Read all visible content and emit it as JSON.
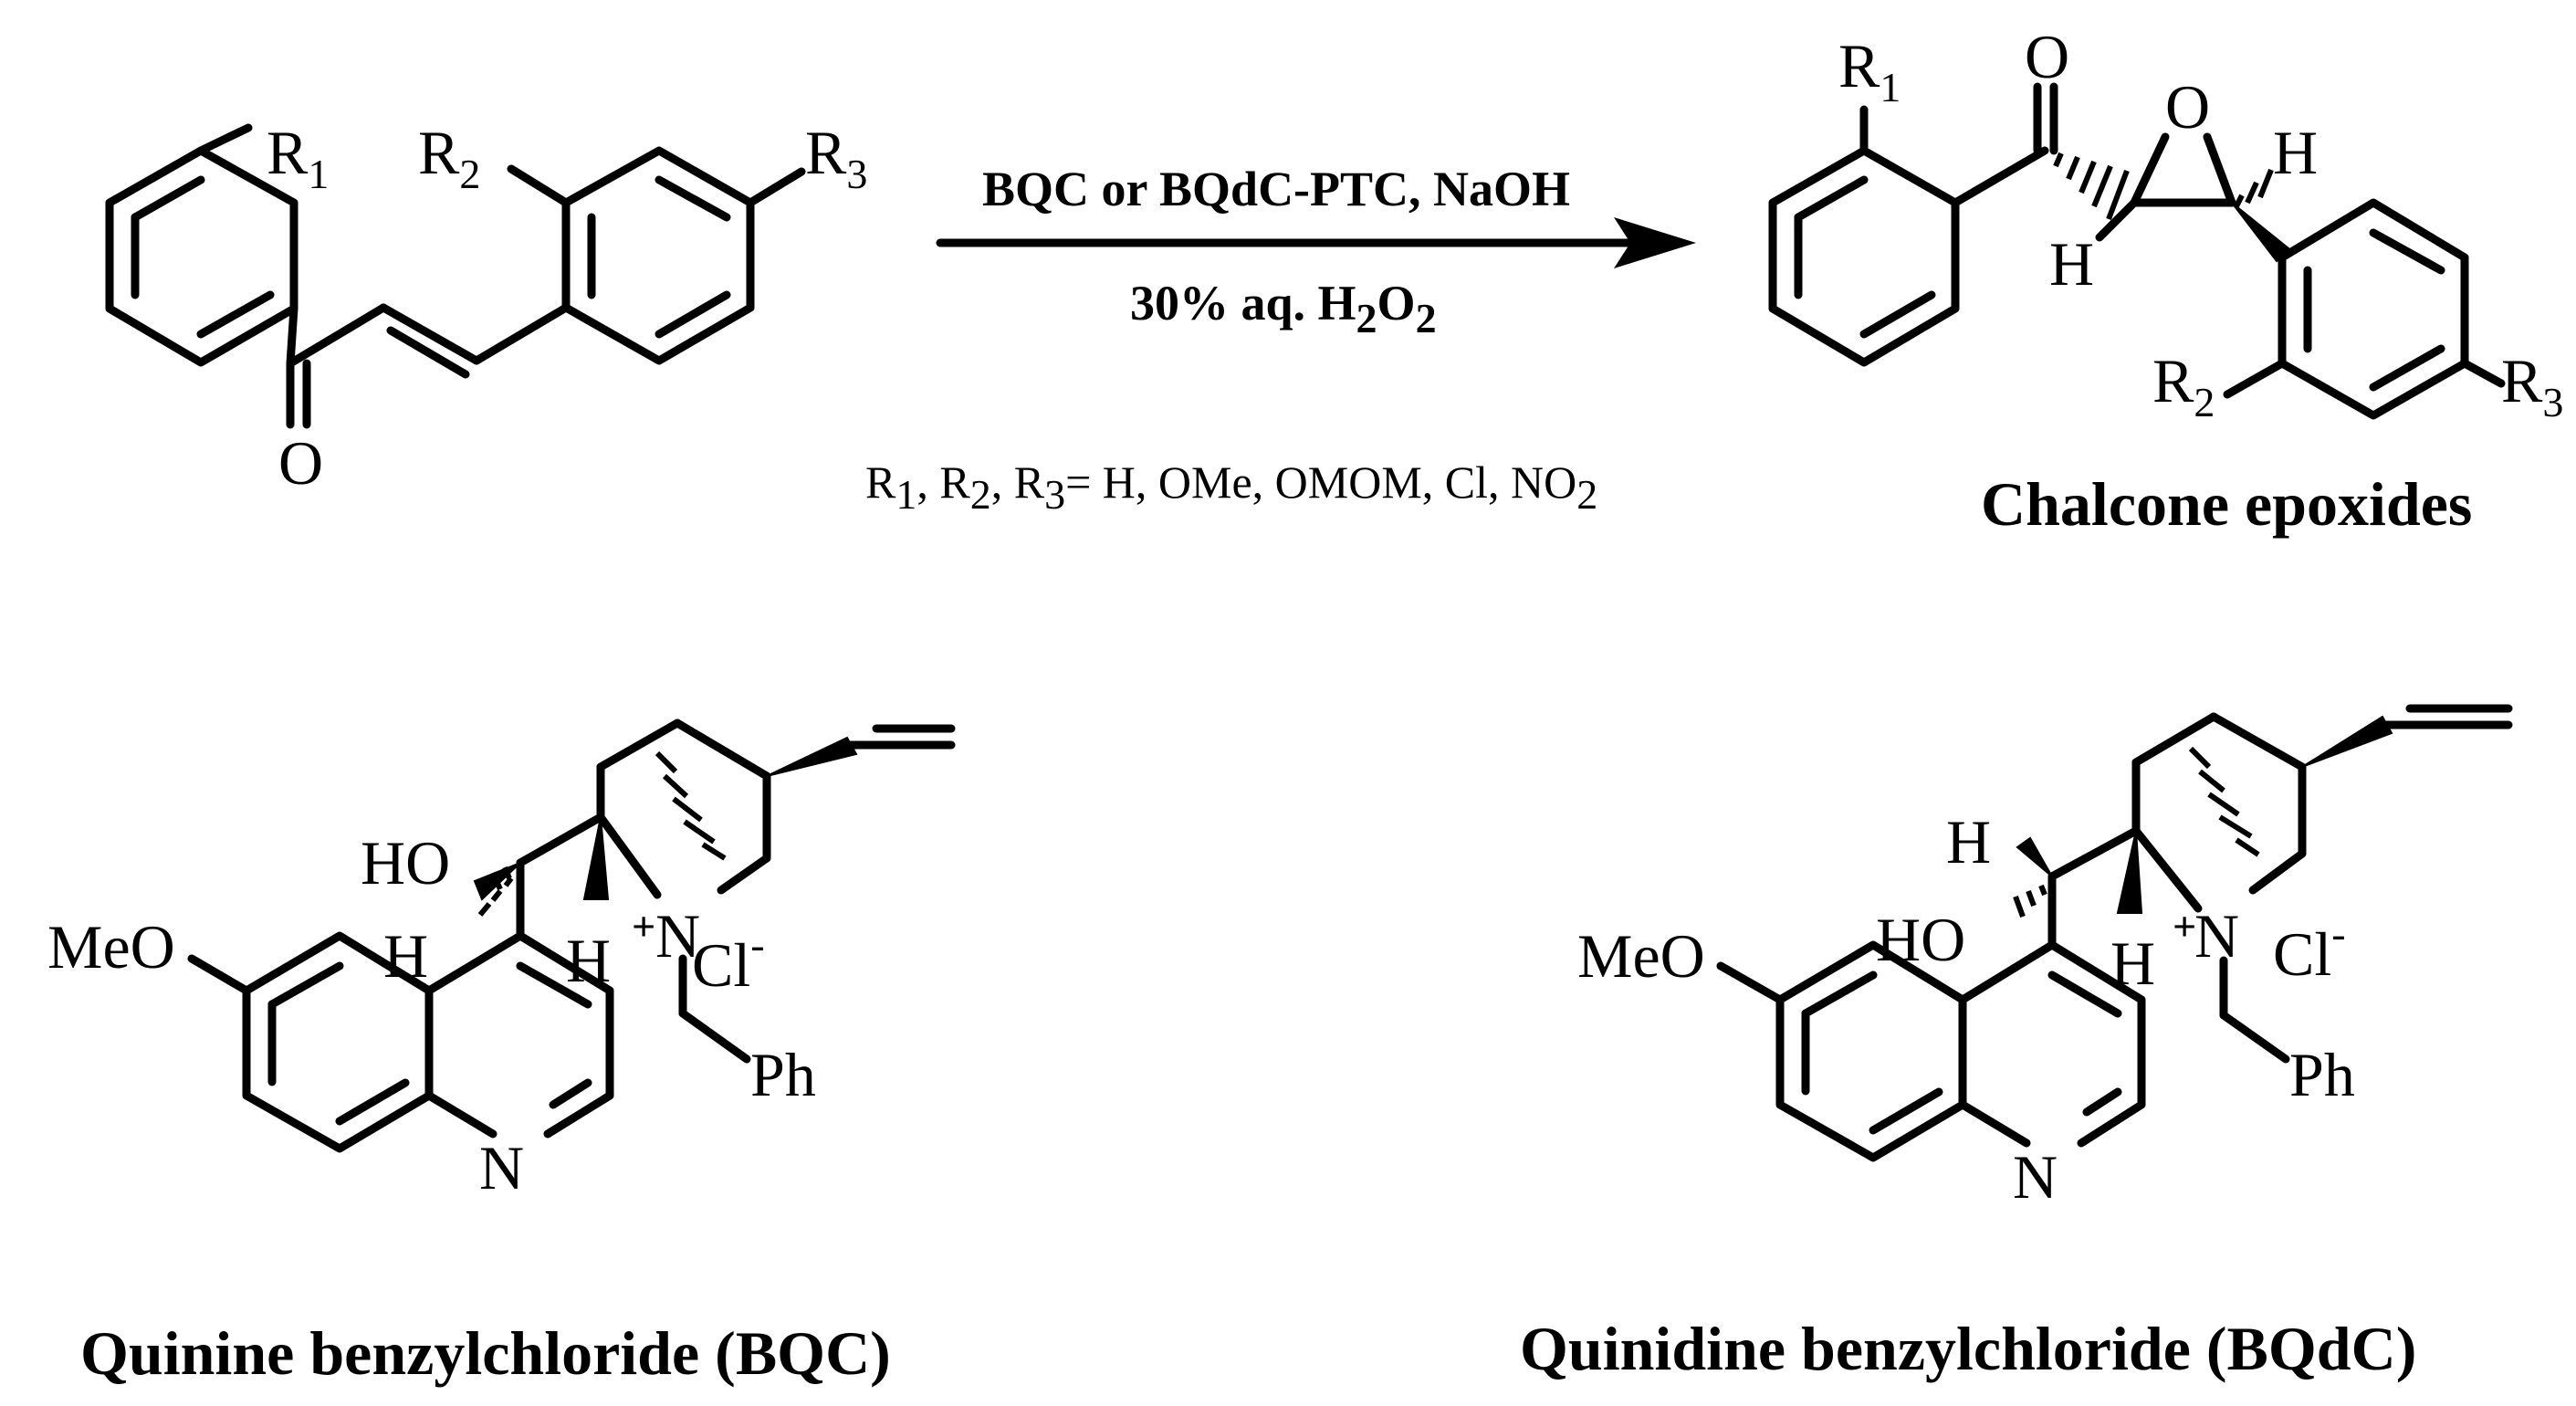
{
  "reaction": {
    "reagents_line1": "BQC or BQdC-PTC, NaOH",
    "reagents_line2": {
      "pre": "30% aq. H",
      "sub1": "2",
      "mid": "O",
      "sub2": "2"
    },
    "substituents": {
      "R1": "R",
      "R1_sub": "1",
      "R2": "R",
      "R2_sub": "2",
      "R3": "R",
      "R3_sub": "3",
      "values": "= H, OMe, OMOM, Cl, NO",
      "values_sub": "2",
      "sep": ", "
    }
  },
  "chalcone": {
    "R1": "R",
    "R1_sub": "1",
    "R2": "R",
    "R2_sub": "2",
    "R3": "R",
    "R3_sub": "3",
    "O": "O"
  },
  "epoxide": {
    "R1": "R",
    "R1_sub": "1",
    "R2": "R",
    "R2_sub": "2",
    "R3": "R",
    "R3_sub": "3",
    "O_carbonyl": "O",
    "O_ring": "O",
    "H_left": "H",
    "H_right": "H",
    "caption": "Chalcone epoxides"
  },
  "bqc": {
    "HO": "HO",
    "H1": "H",
    "H2": "H",
    "N_plus": "+",
    "N": "N",
    "Cl": "Cl",
    "Cl_charge": "-",
    "MeO": "MeO",
    "Ph": "Ph",
    "N_ring": "N",
    "caption": "Quinine benzylchloride (BQC)"
  },
  "bqdc": {
    "H_top": "H",
    "HO": "HO",
    "H2": "H",
    "N_plus": "+",
    "N": "N",
    "Cl": "Cl",
    "Cl_charge": "-",
    "MeO": "MeO",
    "Ph": "Ph",
    "N_ring": "N",
    "caption": "Quinidine benzylchloride (BQdC)"
  }
}
